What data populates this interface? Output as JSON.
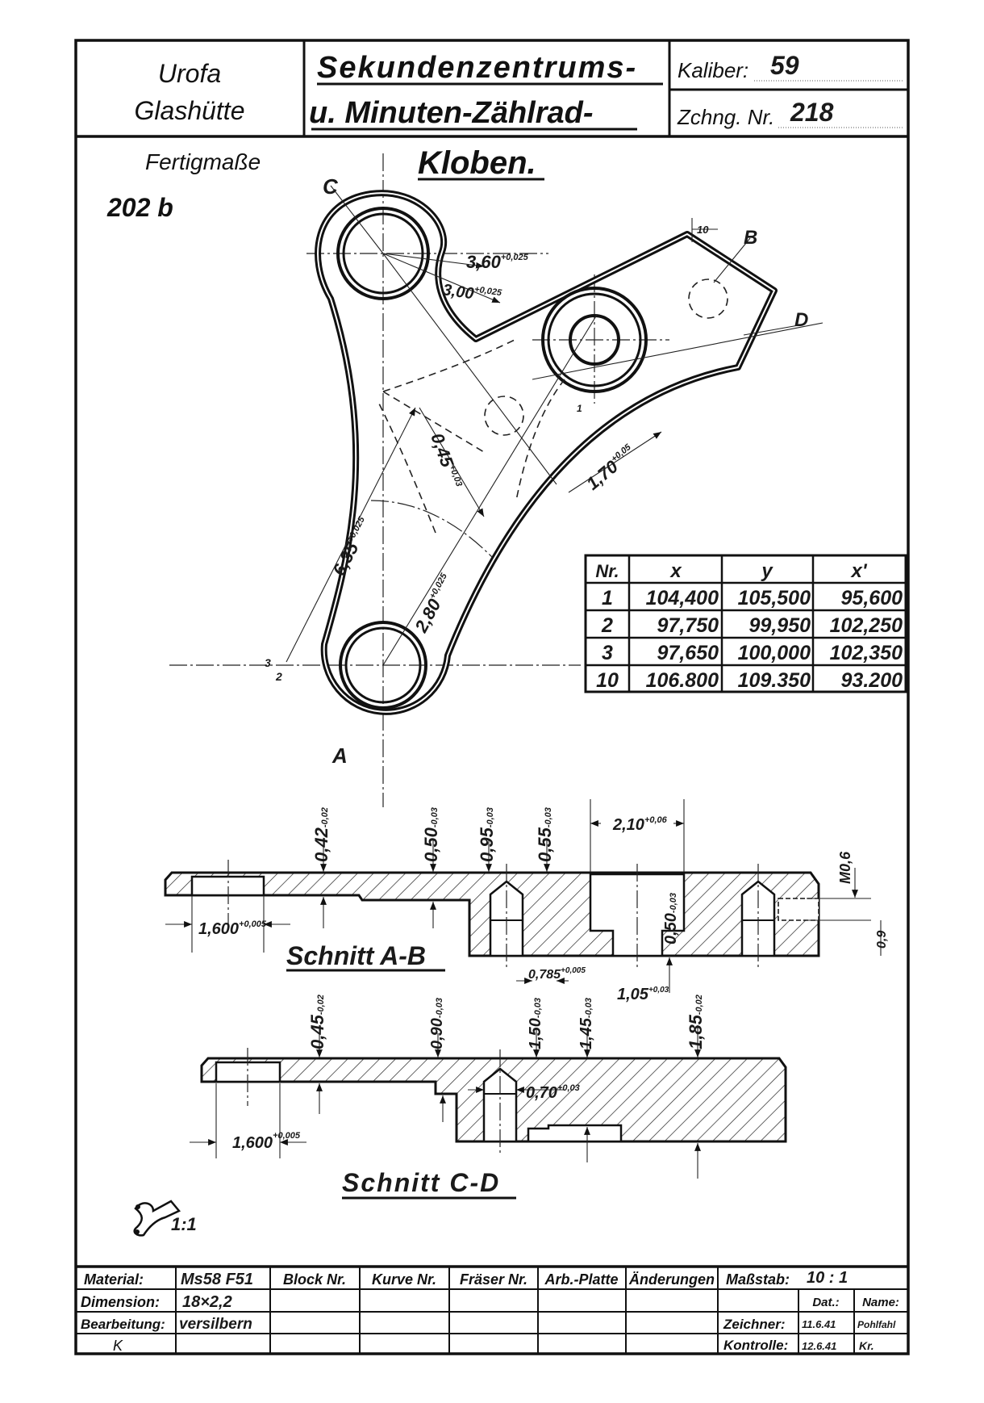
{
  "header": {
    "company_line1": "Urofa",
    "company_line2": "Glashütte",
    "title_line1": "Sekundenzentrums-",
    "title_line2": "u. Minuten-Zählrad-",
    "kaliber_label": "Kaliber:",
    "kaliber_value": "59",
    "drawing_no_label": "Zchng. Nr.",
    "drawing_no_value": "218"
  },
  "sheet": {
    "note": "Fertigmaße",
    "part_code": "202 b",
    "part_name": "Kloben.",
    "scale_small": "1:1"
  },
  "plan_view": {
    "points": {
      "c": "C",
      "b": "B",
      "d": "D",
      "a": "A"
    },
    "dims": {
      "d360": {
        "v": "3,60",
        "tol": "+0,025"
      },
      "d300": {
        "v": "3,00",
        "tol": "+0,025"
      },
      "d045": {
        "v": "0,45",
        "tol": "+0,03"
      },
      "d170": {
        "v": "1,70",
        "tol": "+0,05"
      },
      "d635": {
        "v": "6,35",
        "tol": "+0,025"
      },
      "d280": {
        "v": "2,80",
        "tol": "+0,025"
      },
      "d10": {
        "v": "10"
      },
      "mark3": "3",
      "mark2": "2",
      "mark1": "1"
    }
  },
  "coord_table": {
    "headers": [
      "Nr.",
      "x",
      "y",
      "x'"
    ],
    "rows": [
      [
        "1",
        "104,400",
        "105,500",
        "95,600"
      ],
      [
        "2",
        "97,750",
        "99,950",
        "102,250"
      ],
      [
        "3",
        "97,650",
        "100,000",
        "102,350"
      ],
      [
        "10",
        "106.800",
        "109.350",
        "93.200"
      ]
    ]
  },
  "section_ab": {
    "title": "Schnitt A-B",
    "dims": {
      "d042": {
        "v": "0,42",
        "tol": "-0,02"
      },
      "d050": {
        "v": "0,50",
        "tol": "-0,03"
      },
      "d095": {
        "v": "0,95",
        "tol": "-0,03"
      },
      "d055": {
        "v": "0,55",
        "tol": "-0,03"
      },
      "d210": {
        "v": "2,10",
        "tol": "+0,06"
      },
      "d050b": {
        "v": "0,50",
        "tol": "-0,03"
      },
      "m06": {
        "v": "M0,6"
      },
      "d09": {
        "v": "0,9"
      },
      "d1600": {
        "v": "1,600",
        "tol": "+0,005"
      },
      "d0785": {
        "v": "0,785",
        "tol": "+0,005"
      },
      "d105": {
        "v": "1,05",
        "tol": "+0,03"
      }
    }
  },
  "section_cd": {
    "title": "Schnitt C-D",
    "dims": {
      "d045": {
        "v": "0,45",
        "tol": "-0,02"
      },
      "d090": {
        "v": "0,90",
        "tol": "-0,03"
      },
      "d150": {
        "v": "1,50",
        "tol": "-0,03"
      },
      "d145": {
        "v": "1,45",
        "tol": "-0,03"
      },
      "d185": {
        "v": "1,85",
        "tol": "-0,02"
      },
      "d070": {
        "v": "0,70",
        "tol": "+0,03"
      },
      "d1600": {
        "v": "1,600",
        "tol": "+0,005"
      }
    }
  },
  "title_block": {
    "material_label": "Material:",
    "material_value": "Ms58 F51",
    "dimension_label": "Dimension:",
    "dimension_value": "18×2,2",
    "processing_label": "Bearbeitung:",
    "processing_value": "versilbern",
    "extra_mark": "K",
    "columns": [
      "Block Nr.",
      "Kurve Nr.",
      "Fräser Nr.",
      "Arb.-Platte",
      "Änderungen"
    ],
    "scale_label": "Maßstab:",
    "scale_value": "10 : 1",
    "date_label": "Dat.:",
    "name_label": "Name:",
    "drawn_label": "Zeichner:",
    "drawn_date": "11.6.41",
    "drawn_name": "Pohlfahl",
    "checked_label": "Kontrolle:",
    "checked_date": "12.6.41",
    "checked_name": "Kr."
  }
}
